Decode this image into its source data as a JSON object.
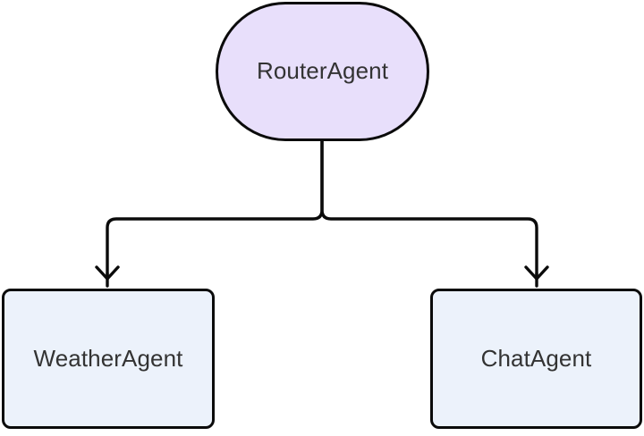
{
  "diagram": {
    "type": "flowchart",
    "direction": "top-down",
    "background_color": "#ffffff",
    "nodes": [
      {
        "id": "router",
        "label": "RouterAgent",
        "shape": "stadium",
        "fill_color": "#e8dffb",
        "stroke_color": "#0b0b0b",
        "text_color": "#333333"
      },
      {
        "id": "weather",
        "label": "WeatherAgent",
        "shape": "rounded-rectangle",
        "fill_color": "#ecf2fb",
        "stroke_color": "#0b0b0b",
        "text_color": "#333333"
      },
      {
        "id": "chat",
        "label": "ChatAgent",
        "shape": "rounded-rectangle",
        "fill_color": "#ecf2fb",
        "stroke_color": "#0b0b0b",
        "text_color": "#333333"
      }
    ],
    "edges": [
      {
        "id": "router-to-weather",
        "from": "router",
        "to": "weather",
        "label": "",
        "arrowhead": "open-arrow",
        "stroke_color": "#0b0b0b"
      },
      {
        "id": "router-to-chat",
        "from": "router",
        "to": "chat",
        "label": "",
        "arrowhead": "open-arrow",
        "stroke_color": "#0b0b0b"
      }
    ]
  }
}
